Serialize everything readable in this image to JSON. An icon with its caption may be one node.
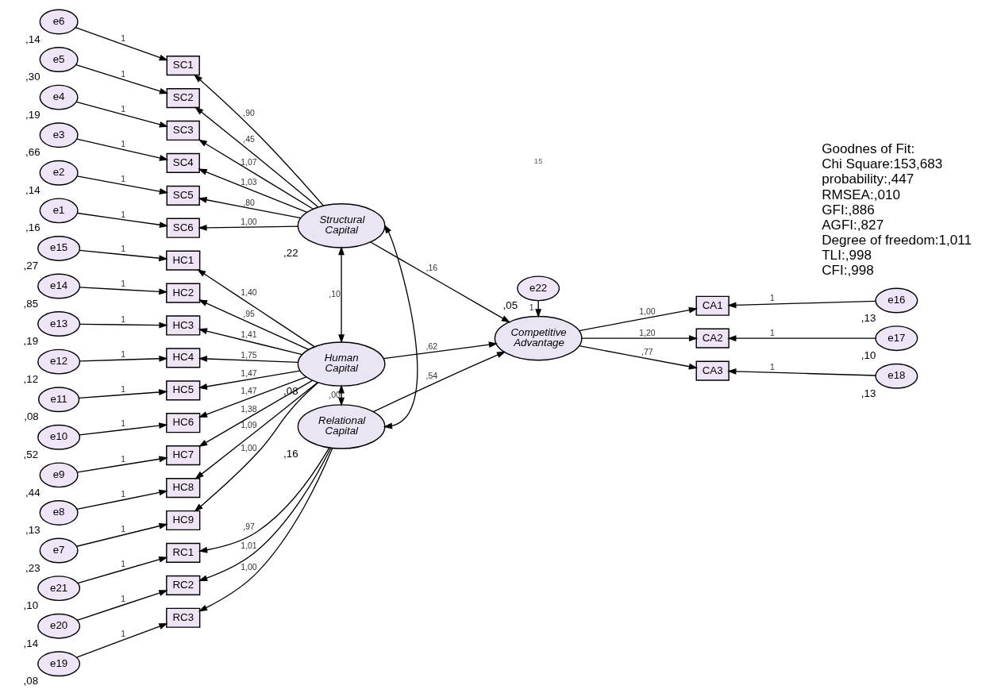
{
  "diagram": {
    "nodes": [
      {
        "text": [
          "e6"
        ],
        "beside": [
          ",14"
        ]
      },
      {
        "text": [
          "e5"
        ],
        "beside": [
          ",30"
        ]
      },
      {
        "text": [
          "e4"
        ],
        "beside": [
          ",19"
        ]
      },
      {
        "text": [
          "e3"
        ],
        "beside": [
          ",66"
        ]
      },
      {
        "text": [
          "e2"
        ],
        "beside": [
          ",14"
        ]
      },
      {
        "text": [
          "e1"
        ],
        "beside": [
          ",16"
        ]
      },
      {
        "text": [
          "SC1"
        ]
      },
      {
        "text": [
          "SC2"
        ]
      },
      {
        "text": [
          "SC3"
        ]
      },
      {
        "text": [
          "SC4"
        ]
      },
      {
        "text": [
          "SC5"
        ]
      },
      {
        "text": [
          "SC6"
        ]
      },
      {
        "text": [
          "Structural Capital"
        ],
        "beside": [
          ",22"
        ]
      },
      {
        "text": [
          "e15"
        ],
        "beside": [
          ",27"
        ]
      },
      {
        "text": [
          "e14"
        ],
        "beside": [
          ",85"
        ]
      },
      {
        "text": [
          "e13"
        ],
        "beside": [
          ",19"
        ]
      },
      {
        "text": [
          "e12"
        ],
        "beside": [
          ",12"
        ]
      },
      {
        "text": [
          "e11"
        ],
        "beside": [
          ",08"
        ]
      },
      {
        "text": [
          "e10"
        ],
        "beside": [
          ",52"
        ]
      },
      {
        "text": [
          "e9"
        ],
        "beside": [
          ",44"
        ]
      },
      {
        "text": [
          "e8"
        ],
        "beside": [
          ",13"
        ]
      },
      {
        "text": [
          "e7"
        ],
        "beside": [
          ",23"
        ]
      },
      {
        "text": [
          "HC1"
        ]
      },
      {
        "text": [
          "HC2"
        ]
      },
      {
        "text": [
          "HC3"
        ]
      },
      {
        "text": [
          "HC4"
        ]
      },
      {
        "text": [
          "HC5"
        ]
      },
      {
        "text": [
          "HC6"
        ]
      },
      {
        "text": [
          "HC7"
        ]
      },
      {
        "text": [
          "HC8"
        ]
      },
      {
        "text": [
          "HC9"
        ]
      },
      {
        "text": [
          "Human Capital"
        ],
        "beside": [
          ",08"
        ]
      },
      {
        "text": [
          "e21"
        ],
        "beside": [
          ",10"
        ]
      },
      {
        "text": [
          "e20"
        ],
        "beside": [
          ",14"
        ]
      },
      {
        "text": [
          "e19"
        ],
        "beside": [
          ",08"
        ]
      },
      {
        "text": [
          "RC1"
        ]
      },
      {
        "text": [
          "RC2"
        ]
      },
      {
        "text": [
          "RC3"
        ]
      },
      {
        "text": [
          "Relational Capital"
        ],
        "beside": [
          ",16"
        ]
      },
      {
        "text": [
          "e22"
        ],
        "beside": [
          ",05"
        ]
      },
      {
        "text": [
          "Competitive Advantage"
        ]
      },
      {
        "text": [
          "CA1"
        ]
      },
      {
        "text": [
          "CA2"
        ]
      },
      {
        "text": [
          "CA3"
        ]
      },
      {
        "text": [
          "e16"
        ],
        "beside": [
          ",13"
        ]
      },
      {
        "text": [
          "e17"
        ],
        "beside": [
          ",10"
        ]
      },
      {
        "text": [
          "e18"
        ],
        "beside": [
          ",13"
        ]
      }
    ],
    "edges": [
      {
        "from": 0,
        "to": 6,
        "arrow": "to",
        "label": "1"
      },
      {
        "from": 1,
        "to": 7,
        "arrow": "to",
        "label": "1"
      },
      {
        "from": 2,
        "to": 8,
        "arrow": "to",
        "label": "1"
      },
      {
        "from": 3,
        "to": 9,
        "arrow": "to",
        "label": "1"
      },
      {
        "from": 4,
        "to": 10,
        "arrow": "to",
        "label": "1"
      },
      {
        "from": 5,
        "to": 11,
        "arrow": "to",
        "label": "1"
      },
      {
        "from": 12,
        "to": 6,
        "arrow": "to",
        "label": ",90"
      },
      {
        "from": 12,
        "to": 7,
        "arrow": "to",
        "label": ",45"
      },
      {
        "from": 12,
        "to": 8,
        "arrow": "to",
        "label": "1,07"
      },
      {
        "from": 12,
        "to": 9,
        "arrow": "to",
        "label": "1,03"
      },
      {
        "from": 12,
        "to": 10,
        "arrow": "to",
        "label": ",80"
      },
      {
        "from": 12,
        "to": 11,
        "arrow": "to",
        "label": "1,00"
      },
      {
        "from": 13,
        "to": 22,
        "arrow": "to",
        "label": "1"
      },
      {
        "from": 14,
        "to": 23,
        "arrow": "to",
        "label": "1"
      },
      {
        "from": 15,
        "to": 24,
        "arrow": "to",
        "label": "1"
      },
      {
        "from": 16,
        "to": 25,
        "arrow": "to",
        "label": "1"
      },
      {
        "from": 17,
        "to": 26,
        "arrow": "to",
        "label": "1"
      },
      {
        "from": 18,
        "to": 27,
        "arrow": "to",
        "label": "1"
      },
      {
        "from": 19,
        "to": 28,
        "arrow": "to",
        "label": "1"
      },
      {
        "from": 20,
        "to": 29,
        "arrow": "to",
        "label": "1"
      },
      {
        "from": 21,
        "to": 30,
        "arrow": "to",
        "label": "1"
      },
      {
        "from": 31,
        "to": 22,
        "arrow": "to",
        "label": "1,40"
      },
      {
        "from": 31,
        "to": 23,
        "arrow": "to",
        "label": ",95"
      },
      {
        "from": 31,
        "to": 24,
        "arrow": "to",
        "label": "1,41"
      },
      {
        "from": 31,
        "to": 25,
        "arrow": "to",
        "label": "1,75"
      },
      {
        "from": 31,
        "to": 26,
        "arrow": "to",
        "label": "1,47"
      },
      {
        "from": 31,
        "to": 27,
        "arrow": "to",
        "label": "1,47"
      },
      {
        "from": 31,
        "to": 28,
        "arrow": "to",
        "label": "1,38"
      },
      {
        "from": 31,
        "to": 29,
        "arrow": "to",
        "label": "1,09"
      },
      {
        "from": 31,
        "to": 30,
        "arrow": "to",
        "label": "1,00"
      },
      {
        "from": 32,
        "to": 35,
        "arrow": "to",
        "label": "1"
      },
      {
        "from": 33,
        "to": 36,
        "arrow": "to",
        "label": "1"
      },
      {
        "from": 34,
        "to": 37,
        "arrow": "to",
        "label": "1"
      },
      {
        "from": 38,
        "to": 35,
        "arrow": "to",
        "label": ",97"
      },
      {
        "from": 38,
        "to": 36,
        "arrow": "to",
        "label": "1,01"
      },
      {
        "from": 38,
        "to": 37,
        "arrow": "to",
        "label": "1,00"
      },
      {
        "from": 12,
        "to": 31,
        "arrow": "both",
        "label": ",10"
      },
      {
        "from": 31,
        "to": 38,
        "arrow": "both",
        "label": ",00"
      },
      {
        "from": 12,
        "to": 38,
        "arrow": "both"
      },
      {
        "from": 12,
        "to": 40,
        "arrow": "to",
        "label": ",16"
      },
      {
        "from": 31,
        "to": 40,
        "arrow": "to",
        "label": ",62"
      },
      {
        "from": 38,
        "to": 40,
        "arrow": "to",
        "label": ",54"
      },
      {
        "from": 39,
        "to": 40,
        "arrow": "to",
        "label": "1"
      },
      {
        "from": 40,
        "to": 41,
        "arrow": "to",
        "label": "1,00"
      },
      {
        "from": 40,
        "to": 42,
        "arrow": "to",
        "label": "1,20"
      },
      {
        "from": 40,
        "to": 43,
        "arrow": "to",
        "label": ",77"
      },
      {
        "from": 44,
        "to": 41,
        "arrow": "to",
        "label": "1"
      },
      {
        "from": 45,
        "to": 42,
        "arrow": "to",
        "label": "1"
      },
      {
        "from": 46,
        "to": 43,
        "arrow": "to",
        "label": "1"
      }
    ],
    "labels": [
      "Goodnes of Fit:",
      "Chi Square:153,683",
      "probability:,447",
      "RMSEA:,010",
      "GFI:,886",
      "AGFI:,827",
      "Degree of freedom:1,011",
      "TLI:,998",
      "CFI:,998",
      "15"
    ]
  }
}
